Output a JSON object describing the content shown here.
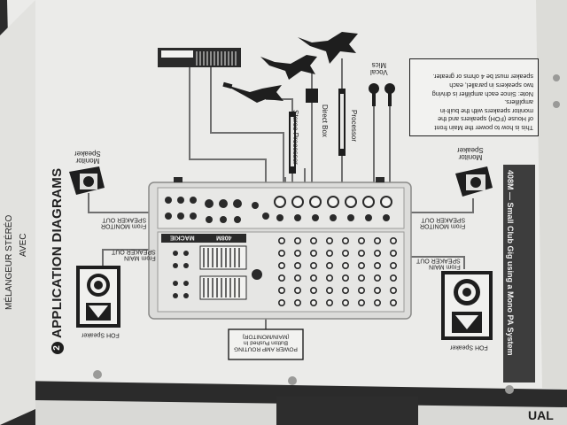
{
  "side_panel": {
    "line1": "MÉLANGEUR STÉRÉO",
    "line2": "AVEC"
  },
  "section": {
    "number": "2",
    "title": "APPLICATION DIAGRAMS"
  },
  "sidebar_title": "408M — Small Club Gig using a Mono PA System",
  "note": {
    "lines": [
      "This is how to power the Main front",
      "of House (FOH) speakers and the",
      "monitor speakers with the built-in",
      "amplifiers.",
      "Note: Since each amplifier is driving",
      "two speakers in parallel, each",
      "speaker must be 4 ohms or greater."
    ]
  },
  "labels": {
    "stereo_processor": "Stereo Processor",
    "direct_box": "Direct Box",
    "processor": "Processor",
    "vocal_mics_1": "Vocal",
    "vocal_mics_2": "Mics",
    "monitor_speaker_left_1": "Monitor",
    "monitor_speaker_left_2": "Speaker",
    "monitor_speaker_right_1": "Monitor",
    "monitor_speaker_right_2": "Speaker",
    "from_monitor_left_1": "From MONITOR",
    "from_monitor_left_2": "SPEAKER OUT",
    "from_monitor_right_1": "From MONITOR",
    "from_monitor_right_2": "SPEAKER OUT",
    "from_main_left_1": "From MAIN",
    "from_main_left_2": "SPEAKER OUT",
    "from_main_right_1": "From MAIN",
    "from_main_right_2": "SPEAKER OUT",
    "foh_left": "FOH Speaker",
    "foh_right": "FOH Speaker",
    "routing_1": "POWER AMP ROUTING",
    "routing_2": "Button Pushed In",
    "routing_3": "(MAIN/MONITOR)",
    "mixer_brand": "MACKIE",
    "mixer_model": "408M",
    "bottom_right": "UAL"
  },
  "colors": {
    "paper": "#ececea",
    "ink": "#1e1e1e",
    "mixer_body": "#d8d8d6",
    "cable": "#6f6f6f",
    "sidebar": "#3d3d3d",
    "background": "#2a2a2a"
  }
}
